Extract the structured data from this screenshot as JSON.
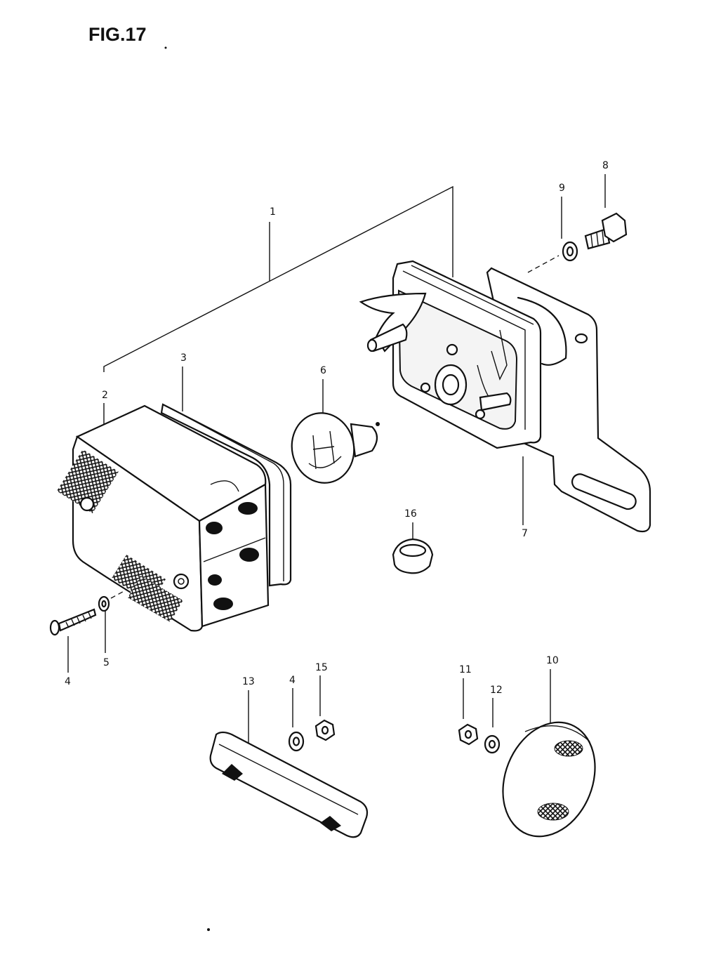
{
  "figure": {
    "title": "FIG.17"
  },
  "callouts": [
    {
      "id": "1",
      "label": "1"
    },
    {
      "id": "2",
      "label": "2"
    },
    {
      "id": "3",
      "label": "3"
    },
    {
      "id": "4a",
      "label": "4"
    },
    {
      "id": "5",
      "label": "5"
    },
    {
      "id": "6",
      "label": "6"
    },
    {
      "id": "7",
      "label": "7"
    },
    {
      "id": "8",
      "label": "8"
    },
    {
      "id": "9",
      "label": "9"
    },
    {
      "id": "10",
      "label": "10"
    },
    {
      "id": "11",
      "label": "11"
    },
    {
      "id": "12",
      "label": "12"
    },
    {
      "id": "13",
      "label": "13"
    },
    {
      "id": "4b",
      "label": "4"
    },
    {
      "id": "15",
      "label": "15"
    },
    {
      "id": "16",
      "label": "16"
    }
  ]
}
